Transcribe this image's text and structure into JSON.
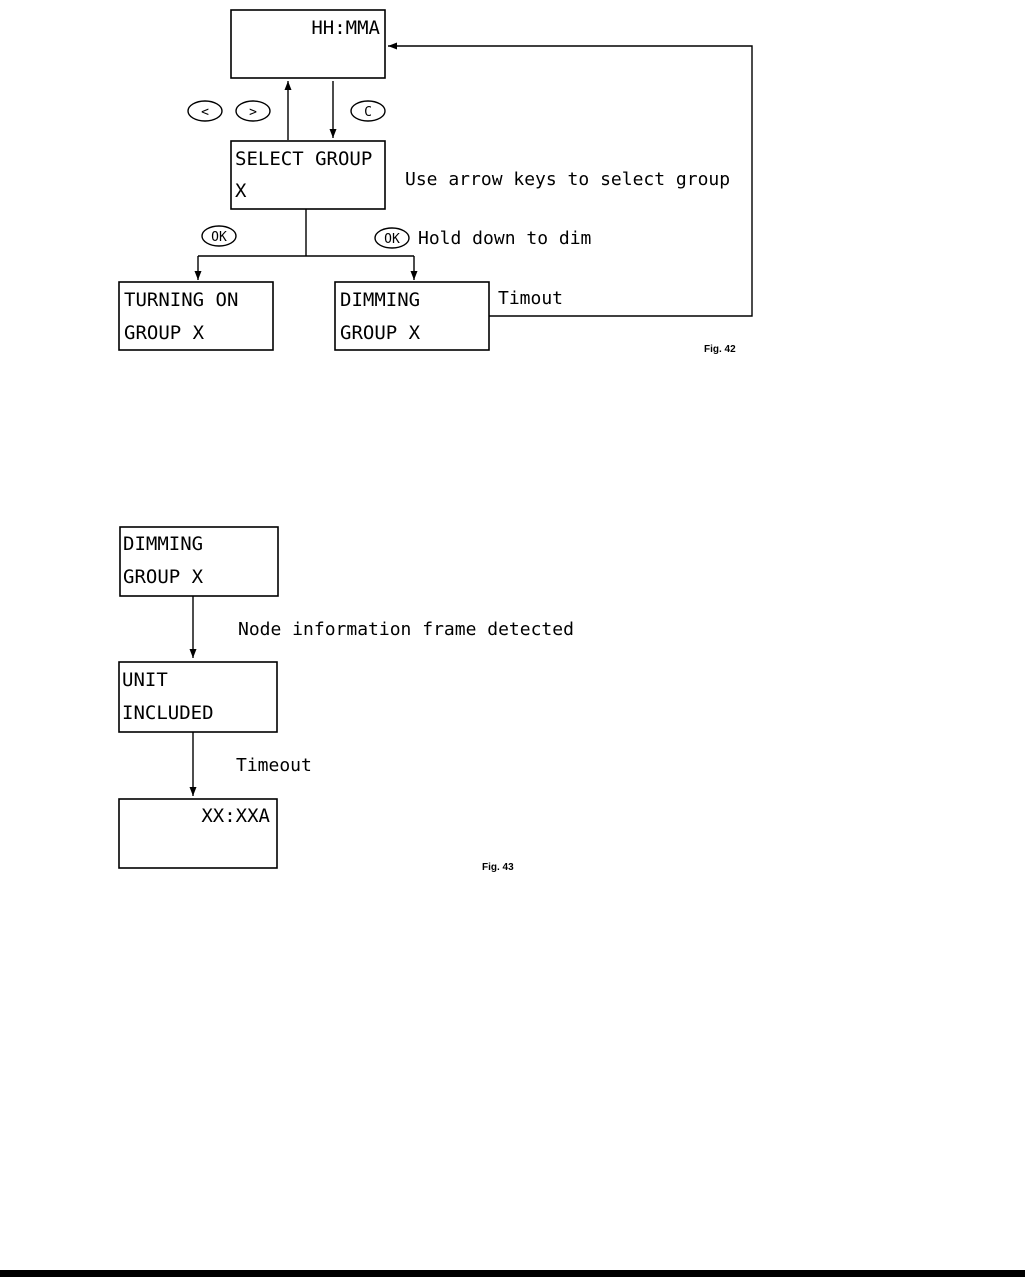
{
  "fig42": {
    "home_display": "HH:MMA",
    "select_line1": "SELECT GROUP",
    "select_line2": "X",
    "use_arrows_note": "Use arrow keys to select group",
    "key_left": "<",
    "key_right": ">",
    "key_clear": "C",
    "key_ok_left": "OK",
    "key_ok_right": "OK",
    "hold_note": "Hold down to dim",
    "turning_line1": "TURNING ON",
    "turning_line2": "GROUP X",
    "dimming_line1": "DIMMING",
    "dimming_line2": "GROUP X",
    "timeout_label": "Timout",
    "caption": "Fig. 42"
  },
  "fig43": {
    "dimming_line1": "DIMMING",
    "dimming_line2": "GROUP X",
    "node_note": "Node information frame detected",
    "unit_line1": "UNIT",
    "unit_line2": "INCLUDED",
    "timeout_label": "Timeout",
    "result_display": "XX:XXA",
    "caption": "Fig. 43"
  }
}
